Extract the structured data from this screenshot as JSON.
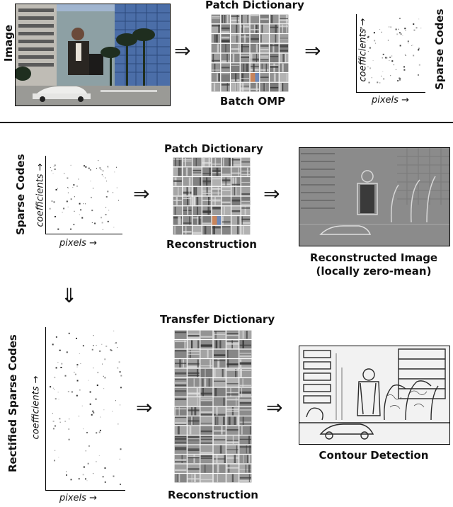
{
  "top": {
    "image_label": "Image",
    "dict_title": "Patch Dictionary",
    "dict_caption": "Batch OMP",
    "codes_label": "Sparse Codes",
    "x_axis": "pixels →",
    "y_axis": "coefficients →"
  },
  "middle": {
    "codes_label": "Sparse Codes",
    "x_axis": "pixels →",
    "y_axis": "coefficients →",
    "dict_title": "Patch Dictionary",
    "dict_caption": "Reconstruction",
    "recon_caption_1": "Reconstructed Image",
    "recon_caption_2": "(locally zero-mean)"
  },
  "bottom": {
    "codes_label": "Rectified Sparse Codes",
    "x_axis": "pixels →",
    "y_axis": "coefficients →",
    "dict_title": "Transfer Dictionary",
    "dict_caption": "Reconstruction",
    "contour_caption": "Contour Detection"
  },
  "arrows": {
    "right": "⇒",
    "down": "⇓"
  }
}
